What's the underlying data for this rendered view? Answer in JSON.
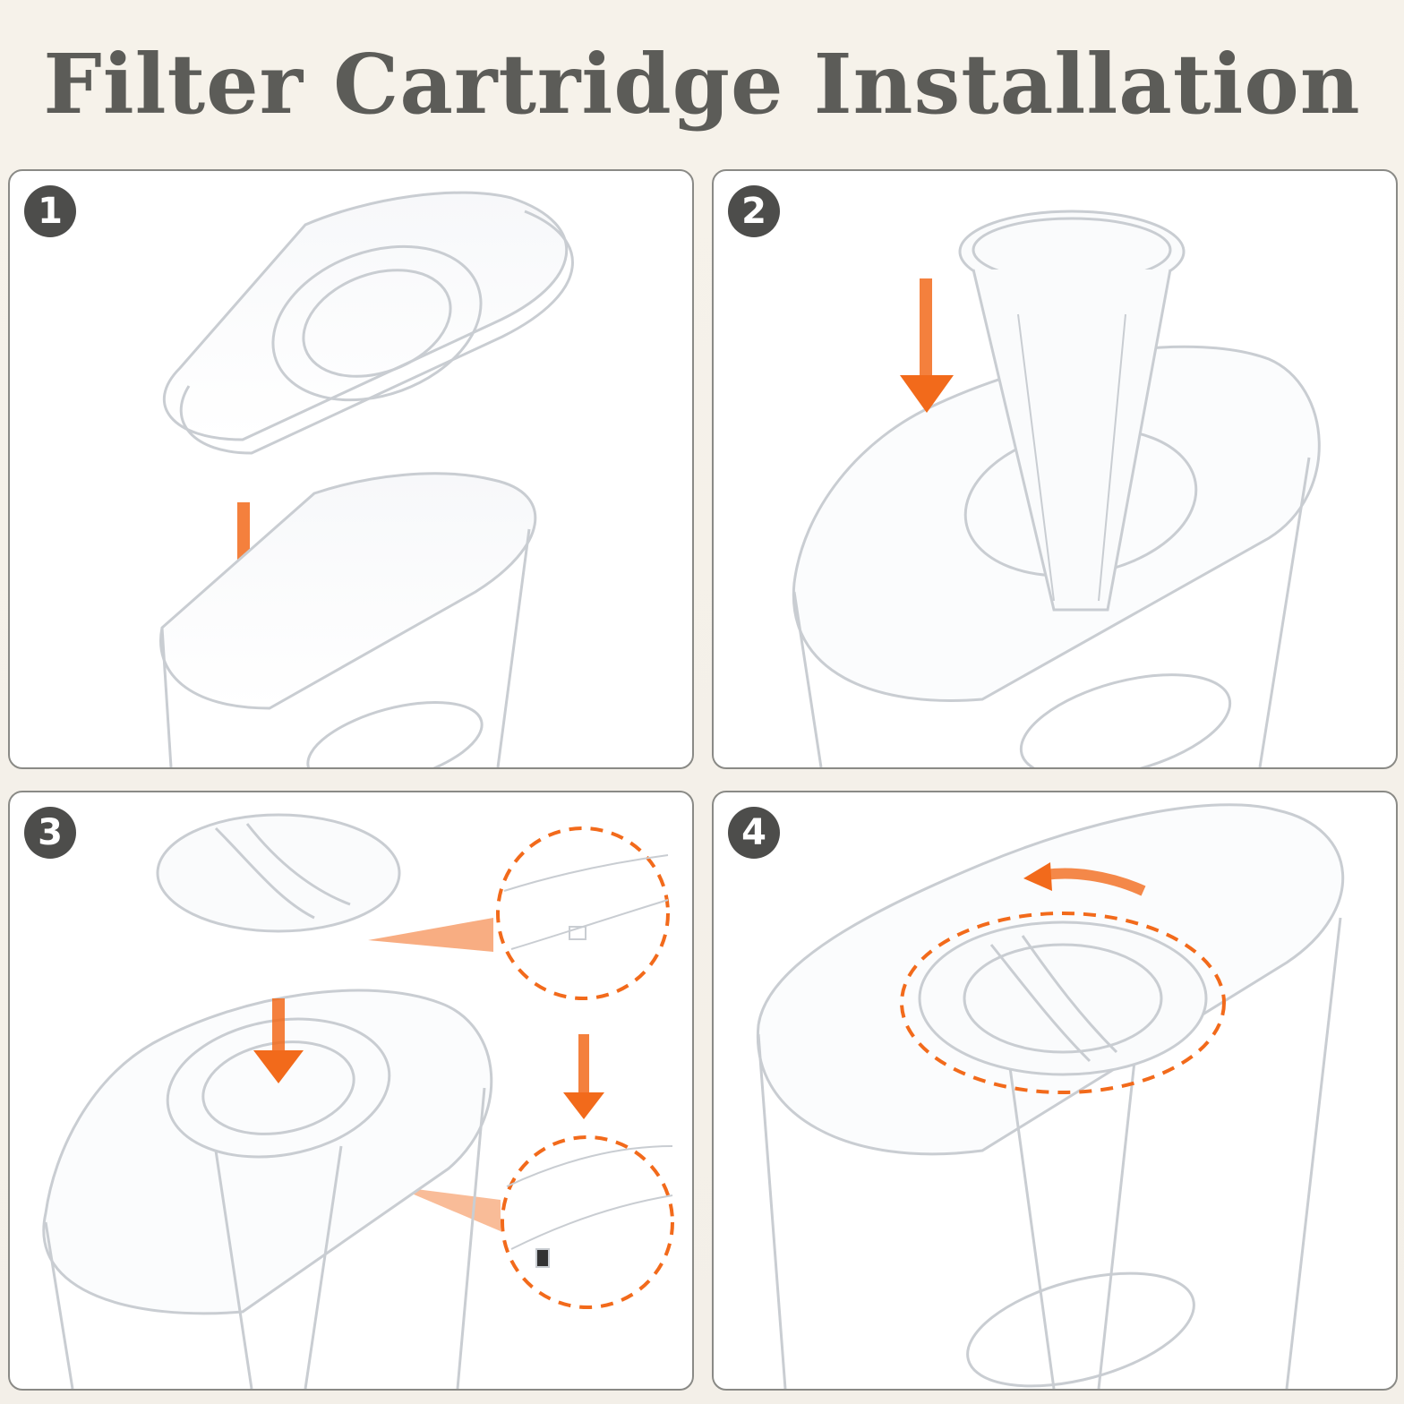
{
  "header": {
    "title": "Filter Cartridge Installation"
  },
  "steps": [
    {
      "number": "1"
    },
    {
      "number": "2"
    },
    {
      "number": "3"
    },
    {
      "number": "4"
    }
  ],
  "colors": {
    "arrow": "#f26a1b",
    "badge": "#4d4d4b",
    "title": "#5c5c58",
    "outline": "#c9cdd2"
  },
  "icons": [
    "down-arrow-icon",
    "rotate-arrow-icon",
    "dashed-zoom-circle"
  ]
}
